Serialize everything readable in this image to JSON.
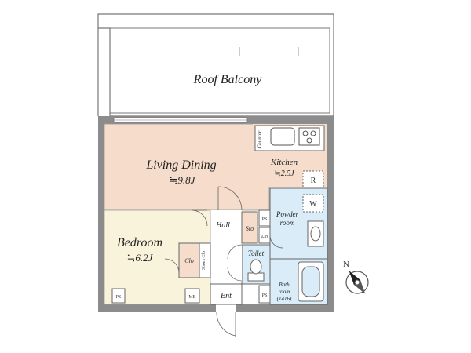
{
  "rooms": {
    "roof_balcony": "Roof Balcony",
    "living_dining": {
      "name": "Living Dining",
      "size": "≒9.8J"
    },
    "kitchen": {
      "name": "Kitchen",
      "size": "≒2.5J"
    },
    "bedroom": {
      "name": "Bedroom",
      "size": "≒6.2J"
    },
    "hall": "Hall",
    "powder_room": [
      "Powder",
      "room"
    ],
    "toilet": "Toilet",
    "bath_room": [
      "Bath",
      "room",
      "(1416)"
    ],
    "entrance": "Ent"
  },
  "fixtures": {
    "counter": "Counter",
    "refrigerator": "R",
    "washer": "W",
    "storage": "Sto",
    "linen": "Lin",
    "closet": "Clo",
    "shoes_closet": "Shoes Clo",
    "pipe_space": "PS",
    "meter_box": "MB"
  },
  "compass": {
    "north": "N"
  },
  "colors": {
    "wall": "#8c8c8c",
    "living": "#f5dccb",
    "bedroom": "#faf3dc",
    "wet_area": "#d9ecf8",
    "hall": "#ffffff",
    "line": "#555555"
  }
}
